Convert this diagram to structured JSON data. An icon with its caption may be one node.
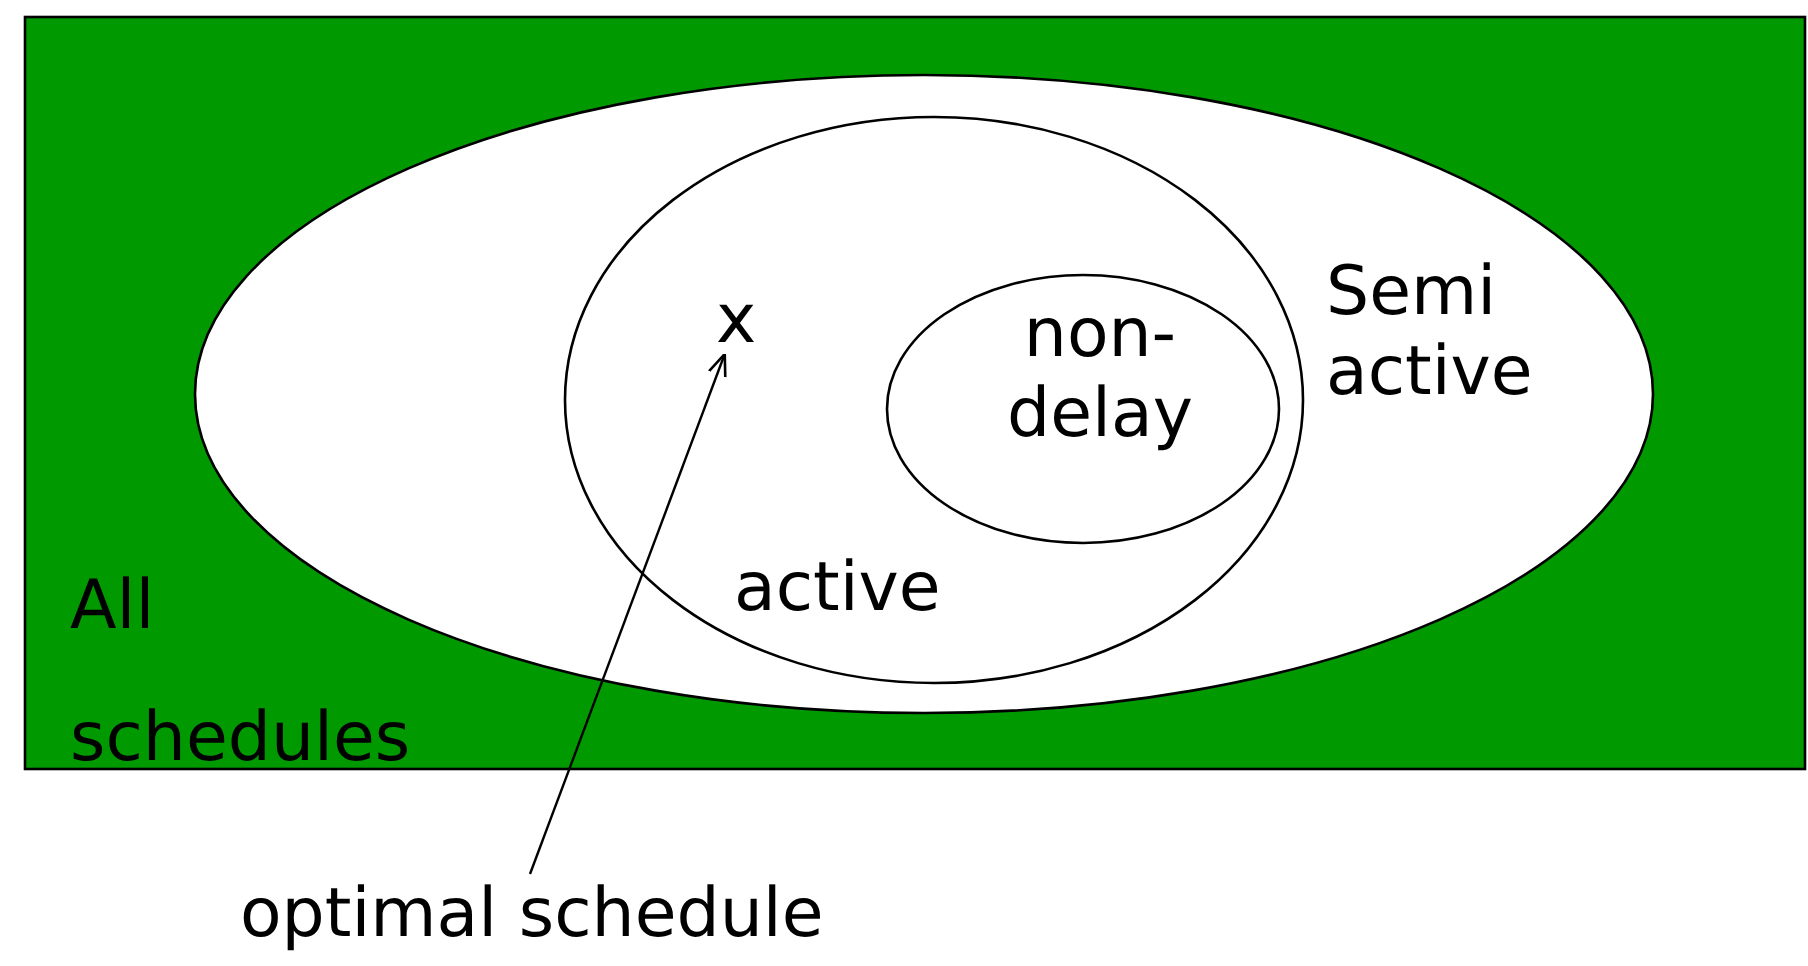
{
  "diagram": {
    "nodes": [
      {
        "text": [
          "All schedules"
        ]
      },
      {
        "text": [
          "Semi active"
        ],
        "in": 0
      },
      {
        "text": [
          "active"
        ],
        "in": 1
      },
      {
        "text": [
          "non-delay"
        ],
        "in": 2
      },
      {
        "text": [
          "x"
        ],
        "in": 2
      },
      {
        "text": [
          "optimal schedule"
        ]
      }
    ],
    "edges": [
      {
        "from": 5,
        "to": 4,
        "arrow": "to"
      }
    ]
  }
}
